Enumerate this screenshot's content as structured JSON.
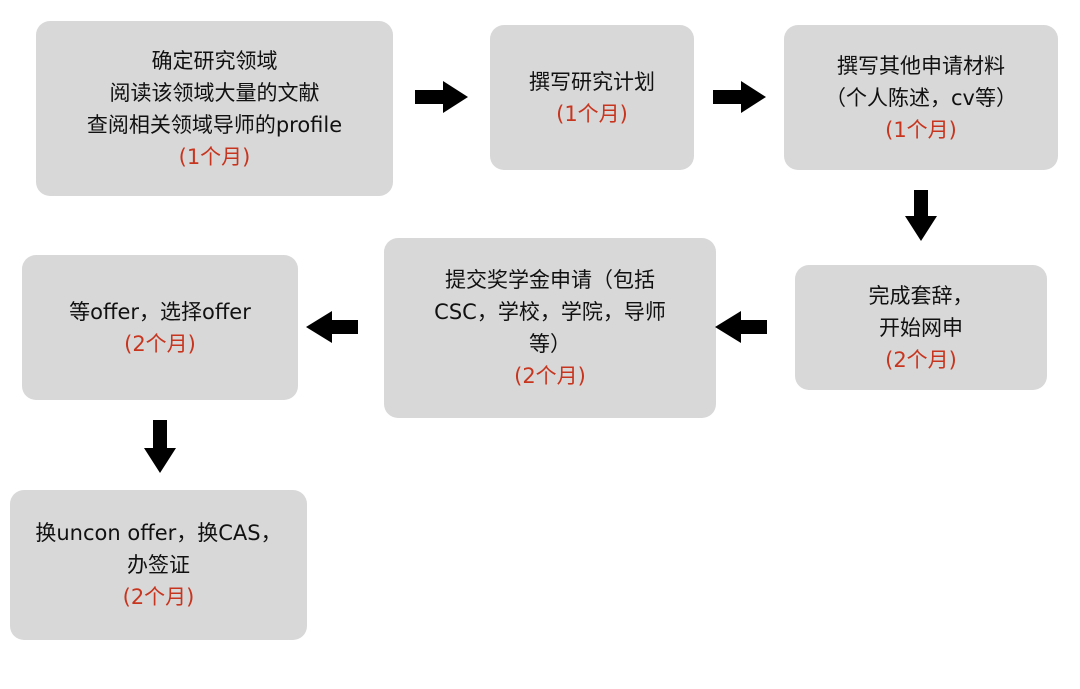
{
  "steps": [
    {
      "lines": [
        "确定研究领域",
        "阅读该领域大量的文献",
        "查阅相关领域导师的profile"
      ],
      "duration": "(1个月)"
    },
    {
      "lines": [
        "撰写研究计划"
      ],
      "duration": "(1个月)"
    },
    {
      "lines": [
        "撰写其他申请材料",
        "（个人陈述，cv等）"
      ],
      "duration": "(1个月)"
    },
    {
      "lines": [
        "完成套辞，",
        "开始网申"
      ],
      "duration": "(2个月)"
    },
    {
      "lines": [
        "提交奖学金申请（包括",
        "CSC，学校，学院，导师",
        "等）"
      ],
      "duration": "(2个月)"
    },
    {
      "lines": [
        "等offer，选择offer"
      ],
      "duration": "(2个月)"
    },
    {
      "lines": [
        "换uncon offer，换CAS，",
        "办签证"
      ],
      "duration": "(2个月)"
    }
  ],
  "colors": {
    "box_fill": "#d8d8d8",
    "text": "#111111",
    "duration": "#c8351f",
    "arrow": "#000000"
  }
}
